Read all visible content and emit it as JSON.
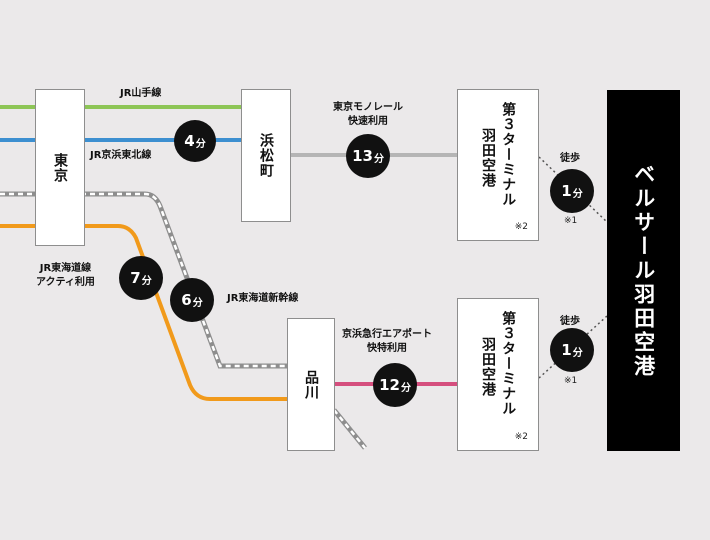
{
  "stations": {
    "tokyo": "東京",
    "hamamatsucho": "浜松町",
    "shinagawa": "品川",
    "terminal_top": {
      "line1": "第３ターミナル",
      "line2": "羽田空港",
      "note": "※2"
    },
    "terminal_bottom": {
      "line1": "第３ターミナル",
      "line2": "羽田空港",
      "note": "※2"
    }
  },
  "destination": "ベルサール羽田空港",
  "lines": {
    "yamanote": "JR山手線",
    "keihin_tohoku": "JR京浜東北線",
    "monorail_line1": "東京モノレール",
    "monorail_line2": "快速利用",
    "tokaido_line1": "JR東海道線",
    "tokaido_line2": "アクティ利用",
    "shinkansen": "JR東海道新幹線",
    "keikyu_line1": "京浜急行エアポート",
    "keikyu_line2": "快特利用",
    "walk_top": "徒歩",
    "walk_bottom": "徒歩",
    "walk_top_note": "※1",
    "walk_bottom_note": "※1"
  },
  "times": {
    "tokyo_hamamatsucho": {
      "num": "4",
      "unit": "分"
    },
    "monorail": {
      "num": "13",
      "unit": "分"
    },
    "walk_top": {
      "num": "1",
      "unit": "分"
    },
    "tokaido": {
      "num": "7",
      "unit": "分"
    },
    "shinkansen": {
      "num": "6",
      "unit": "分"
    },
    "keikyu": {
      "num": "12",
      "unit": "分"
    },
    "walk_bottom": {
      "num": "1",
      "unit": "分"
    }
  },
  "colors": {
    "yamanote": "#8dc556",
    "keihin_tohoku": "#3d8fd0",
    "monorail": "#b5b5b5",
    "tokaido": "#f19a1b",
    "keikyu": "#d54f7e",
    "shinkansen": "#9a9a9a"
  }
}
